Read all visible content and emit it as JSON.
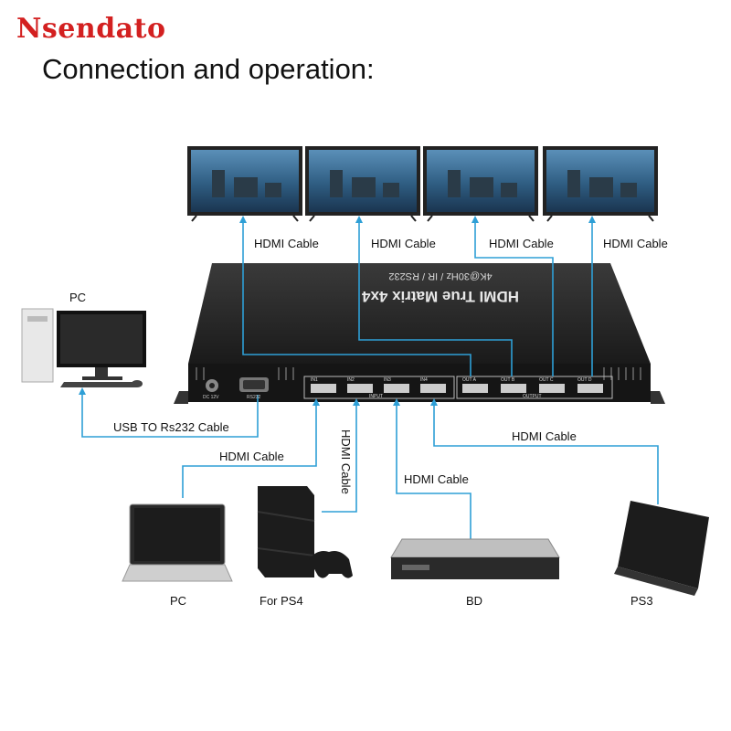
{
  "brand": "Nsendato",
  "headline": "Connection and operation:",
  "cable_labels": {
    "out_a": "HDMI Cable",
    "out_b": "HDMI Cable",
    "out_c": "HDMI Cable",
    "out_d": "HDMI Cable",
    "usb_rs232": "USB TO Rs232 Cable",
    "pc_in": "HDMI Cable",
    "ps4_in": "HDMI Cable",
    "bd_in": "HDMI Cable",
    "ps3_in": "HDMI Cable"
  },
  "devices": {
    "pc_top": "PC",
    "pc_laptop": "PC",
    "ps4": "For PS4",
    "bd": "BD",
    "ps3": "PS3"
  },
  "matrix": {
    "title": "HDMI True Matrix 4x4",
    "subtitle": "4K@30Hz / IR / RS232",
    "dc_label": "DC 12V",
    "rs232_label": "RS232",
    "inputs": [
      "IN1",
      "IN2",
      "IN3",
      "IN4"
    ],
    "input_group": "INPUT",
    "outputs": [
      "OUT A",
      "OUT B",
      "OUT C",
      "OUT D"
    ],
    "output_group": "OUTPUT"
  },
  "colors": {
    "brand": "#d32020",
    "cable": "#2e9fd6",
    "device_dark": "#1c1c1c"
  }
}
